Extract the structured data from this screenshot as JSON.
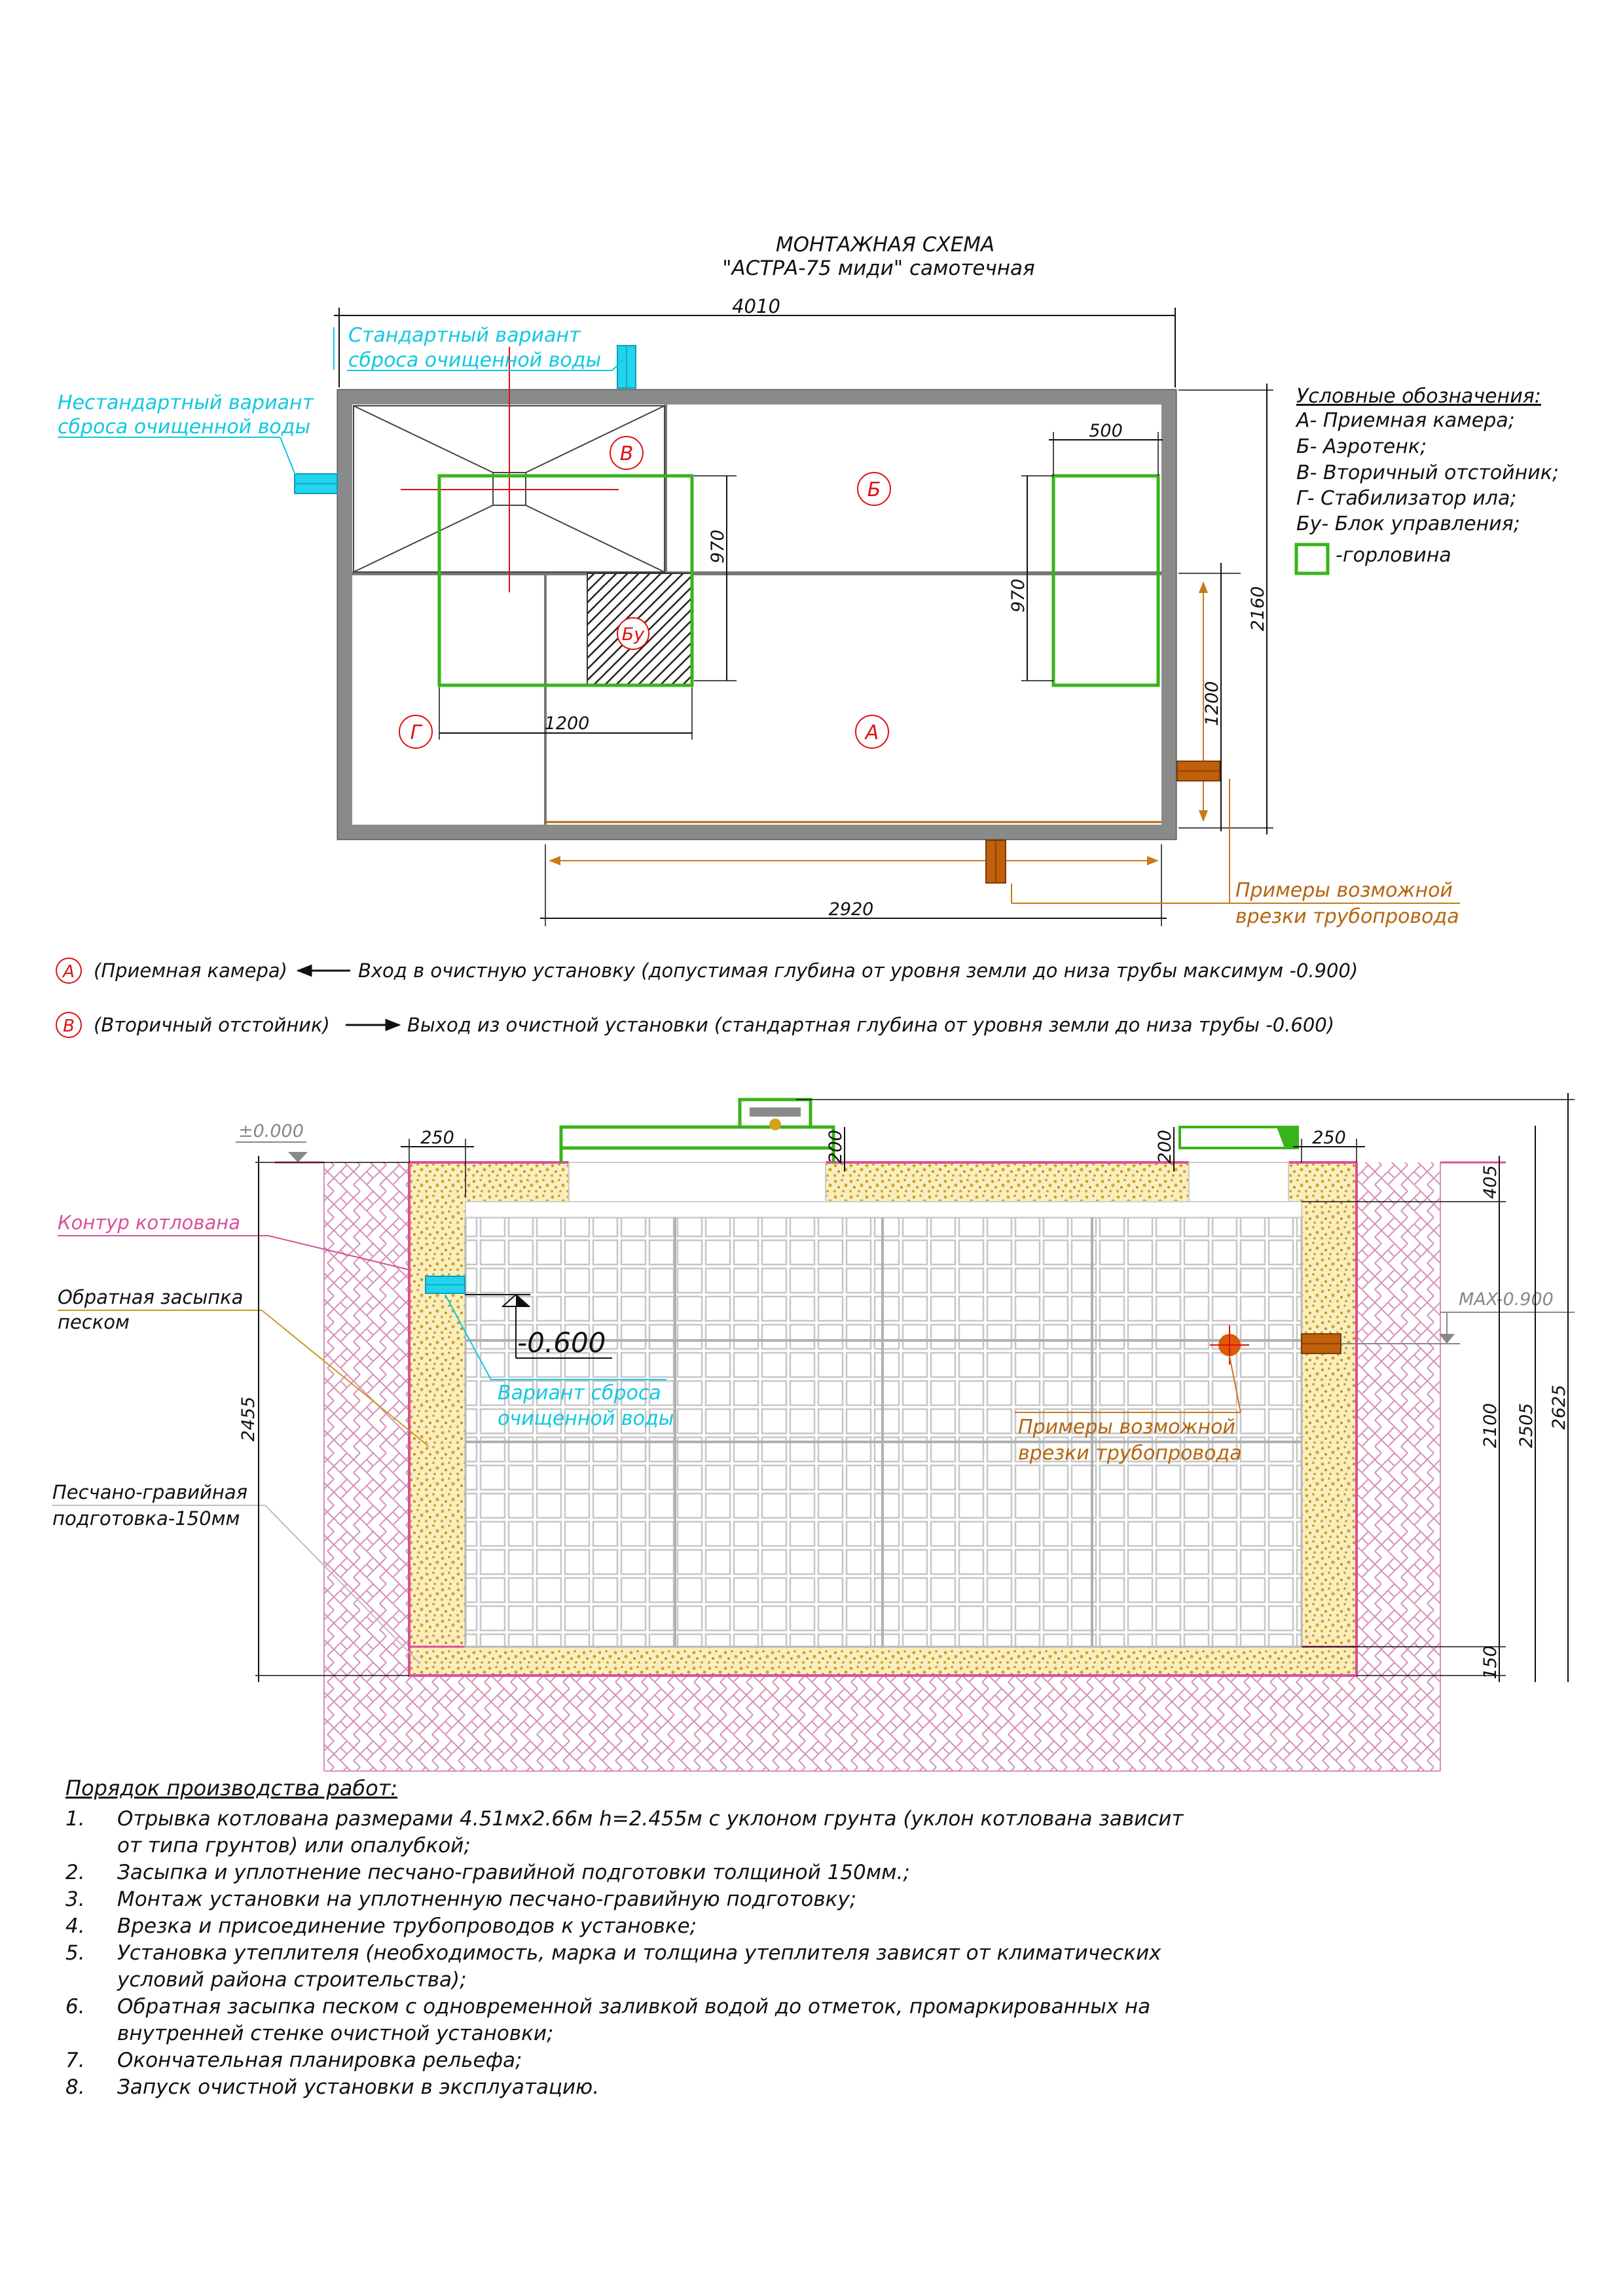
{
  "title": {
    "line1": "МОНТАЖНАЯ СХЕМА",
    "line2": "\"АСТРА-75 миди\" самотечная"
  },
  "plan": {
    "dims": {
      "total_length": "4010",
      "width": "2160",
      "cover_500": "500",
      "cover_970_left": "970",
      "cover_970_right": "970",
      "cover_1200_h": "1200",
      "cover_1200_v": "1200",
      "bottom_2920": "2920"
    },
    "callouts": {
      "standard_outlet_1": "Стандартный вариант",
      "standard_outlet_2": "сброса очищенной воды",
      "nonstandard_outlet_1": "Нестандартный вариант",
      "nonstandard_outlet_2": "сброса очищенной воды",
      "pipe_examples_1": "Примеры возможной",
      "pipe_examples_2": "врезки трубопровода"
    },
    "chambers": {
      "a": "А",
      "b": "Б",
      "v": "В",
      "g": "Г",
      "bu": "Бу"
    }
  },
  "legend": {
    "heading": "Условные обозначения:",
    "items": [
      "А- Приемная камера;",
      "Б- Аэротенк;",
      "В- Вторичный отстойник;",
      "Г- Стабилизатор ила;",
      "Бу- Блок управления;"
    ],
    "hatch_label": "-горловина",
    "hatch_color": "#39b31a"
  },
  "flow_notes": {
    "inlet_marker": "А",
    "inlet_chamber": "(Приемная камера)",
    "inlet_text": "Вход в очистную установку (допустимая глубина от уровня земли до низа трубы максимум -0.900)",
    "outlet_marker": "В",
    "outlet_chamber": "(Вторичный отстойник)",
    "outlet_text": "Выход из очистной установки (стандартная глубина от уровня земли до низа трубы -0.600)"
  },
  "section": {
    "level_zero": "±0.000",
    "max_level": "MAX-0.900",
    "outlet_level": "-0.600",
    "labels": {
      "pit_contour": "Контур котлована",
      "backfill_1": "Обратная засыпка",
      "backfill_2": "песком",
      "base_1": "Песчано-гравийная",
      "base_2": "подготовка-150мм",
      "outlet_variant_1": "Вариант сброса",
      "outlet_variant_2": "очищенной воды",
      "pipe_examples_1": "Примеры возможной",
      "pipe_examples_2": "врезки трубопровода"
    },
    "dims": {
      "left_250": "250",
      "right_250": "250",
      "neck_200_left": "200",
      "neck_200_right": "200",
      "depth_2455": "2455",
      "top_405": "405",
      "h_2100": "2100",
      "h_2505": "2505",
      "h_2625": "2625",
      "bottom_150": "150"
    }
  },
  "procedure": {
    "heading": "Порядок производства работ:",
    "steps": [
      {
        "n": "1.",
        "text": "Отрывка котлована размерами 4.51мх2.66м h=2.455м с уклоном грунта (уклон котлована зависит от типа грунтов) или опалубкой;"
      },
      {
        "n": "2.",
        "text": "Засыпка и уплотнение песчано-гравийной подготовки толщиной 150мм.;"
      },
      {
        "n": "3.",
        "text": "Монтаж установки на уплотненную песчано-гравийную подготовку;"
      },
      {
        "n": "4.",
        "text": "Врезка и присоединение трубопроводов к установке;"
      },
      {
        "n": "5.",
        "text": "Установка утеплителя (необходимость, марка и толщина утеплителя зависят от климатических условий района строительства);"
      },
      {
        "n": "6.",
        "text": "Обратная засыпка песком с одновременной заливкой водой до отметок, промаркированных на внутренней стенке очистной установки;"
      },
      {
        "n": "7.",
        "text": "Окончательная планировка рельефа;"
      },
      {
        "n": "8.",
        "text": "Запуск очистной установки в эксплуатацию."
      }
    ]
  }
}
